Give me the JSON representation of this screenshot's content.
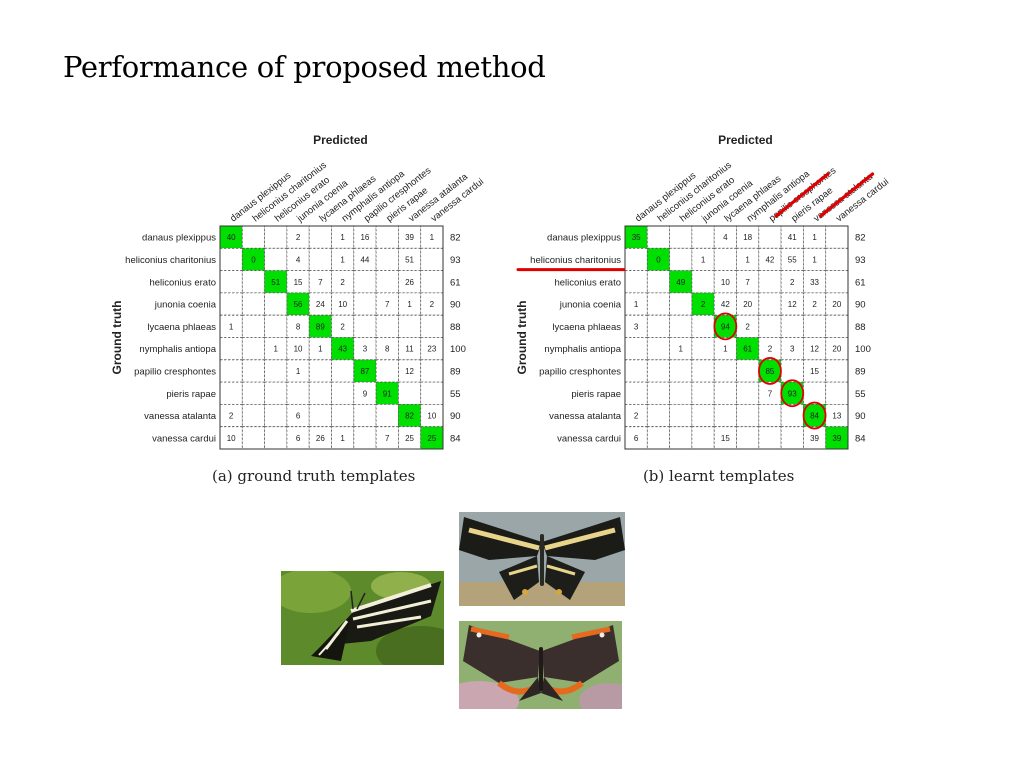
{
  "slide": {
    "title": "Performance of proposed method"
  },
  "classes": [
    "danaus plexippus",
    "heliconius charitonius",
    "heliconius erato",
    "junonia coenia",
    "lycaena phlaeas",
    "nymphalis antiopa",
    "papilio cresphontes",
    "pieris rapae",
    "vanessa atalanta",
    "vanessa cardui"
  ],
  "colors": {
    "diagonal": "#00e000",
    "highlight": "#e00000",
    "grid": "#555555",
    "text": "#222222"
  },
  "chart_data": [
    {
      "type": "heatmap",
      "title": "Predicted",
      "ylabel": "Ground truth",
      "caption": "(a)  ground truth templates",
      "row_totals": [
        "82",
        "93",
        "61",
        "90",
        "88",
        "100",
        "89",
        "55",
        "90",
        "84"
      ],
      "cells": [
        [
          "40",
          "",
          "",
          "2",
          "",
          "1",
          "16",
          "",
          "39",
          "1"
        ],
        [
          "",
          "0",
          "",
          "4",
          "",
          "1",
          "44",
          "",
          "51",
          ""
        ],
        [
          "",
          "",
          "51",
          "15",
          "7",
          "2",
          "",
          "",
          "26",
          ""
        ],
        [
          "",
          "",
          "",
          "56",
          "24",
          "10",
          "",
          "7",
          "1",
          "2"
        ],
        [
          "1",
          "",
          "",
          "8",
          "89",
          "2",
          "",
          "",
          "",
          ""
        ],
        [
          "",
          "",
          "1",
          "10",
          "1",
          "43",
          "3",
          "8",
          "11",
          "23"
        ],
        [
          "",
          "",
          "",
          "1",
          "",
          "",
          "87",
          "",
          "12",
          ""
        ],
        [
          "",
          "",
          "",
          "",
          "",
          "",
          "9",
          "91",
          "",
          ""
        ],
        [
          "2",
          "",
          "",
          "6",
          "",
          "",
          "",
          "",
          "82",
          "10"
        ],
        [
          "10",
          "",
          "",
          "6",
          "26",
          "1",
          "",
          "7",
          "25",
          "25"
        ]
      ],
      "circled_diagonal": [],
      "underlined_rows": [],
      "slashed_cols": []
    },
    {
      "type": "heatmap",
      "title": "Predicted",
      "ylabel": "Ground truth",
      "caption": "(b)  learnt templates",
      "row_totals": [
        "82",
        "93",
        "61",
        "90",
        "88",
        "100",
        "89",
        "55",
        "90",
        "84"
      ],
      "cells": [
        [
          "35",
          "",
          "",
          "",
          "4",
          "18",
          "",
          "41",
          "1",
          ""
        ],
        [
          "",
          "0",
          "",
          "1",
          "",
          "1",
          "42",
          "55",
          "1",
          ""
        ],
        [
          "",
          "",
          "49",
          "",
          "10",
          "7",
          "",
          "2",
          "33",
          ""
        ],
        [
          "1",
          "",
          "",
          "2",
          "42",
          "20",
          "",
          "12",
          "2",
          "20"
        ],
        [
          "3",
          "",
          "",
          "",
          "94",
          "2",
          "",
          "",
          "",
          ""
        ],
        [
          "",
          "",
          "1",
          "",
          "1",
          "61",
          "2",
          "3",
          "12",
          "20"
        ],
        [
          "",
          "",
          "",
          "",
          "",
          "",
          "85",
          "",
          "15",
          ""
        ],
        [
          "",
          "",
          "",
          "",
          "",
          "",
          "7",
          "93",
          "",
          ""
        ],
        [
          "2",
          "",
          "",
          "",
          "",
          "",
          "",
          "",
          "84",
          "13"
        ],
        [
          "6",
          "",
          "",
          "",
          "15",
          "",
          "",
          "",
          "39",
          "39"
        ]
      ],
      "circled_diagonal": [
        4,
        6,
        7,
        8
      ],
      "underlined_rows": [
        1
      ],
      "slashed_cols": [
        6,
        8
      ]
    }
  ],
  "photos": [
    {
      "name": "zebra-longwing-photo",
      "icon": "zebra-butterfly"
    },
    {
      "name": "swallowtail-photo",
      "icon": "swallowtail-butterfly"
    },
    {
      "name": "red-admiral-photo",
      "icon": "red-admiral-butterfly"
    }
  ]
}
